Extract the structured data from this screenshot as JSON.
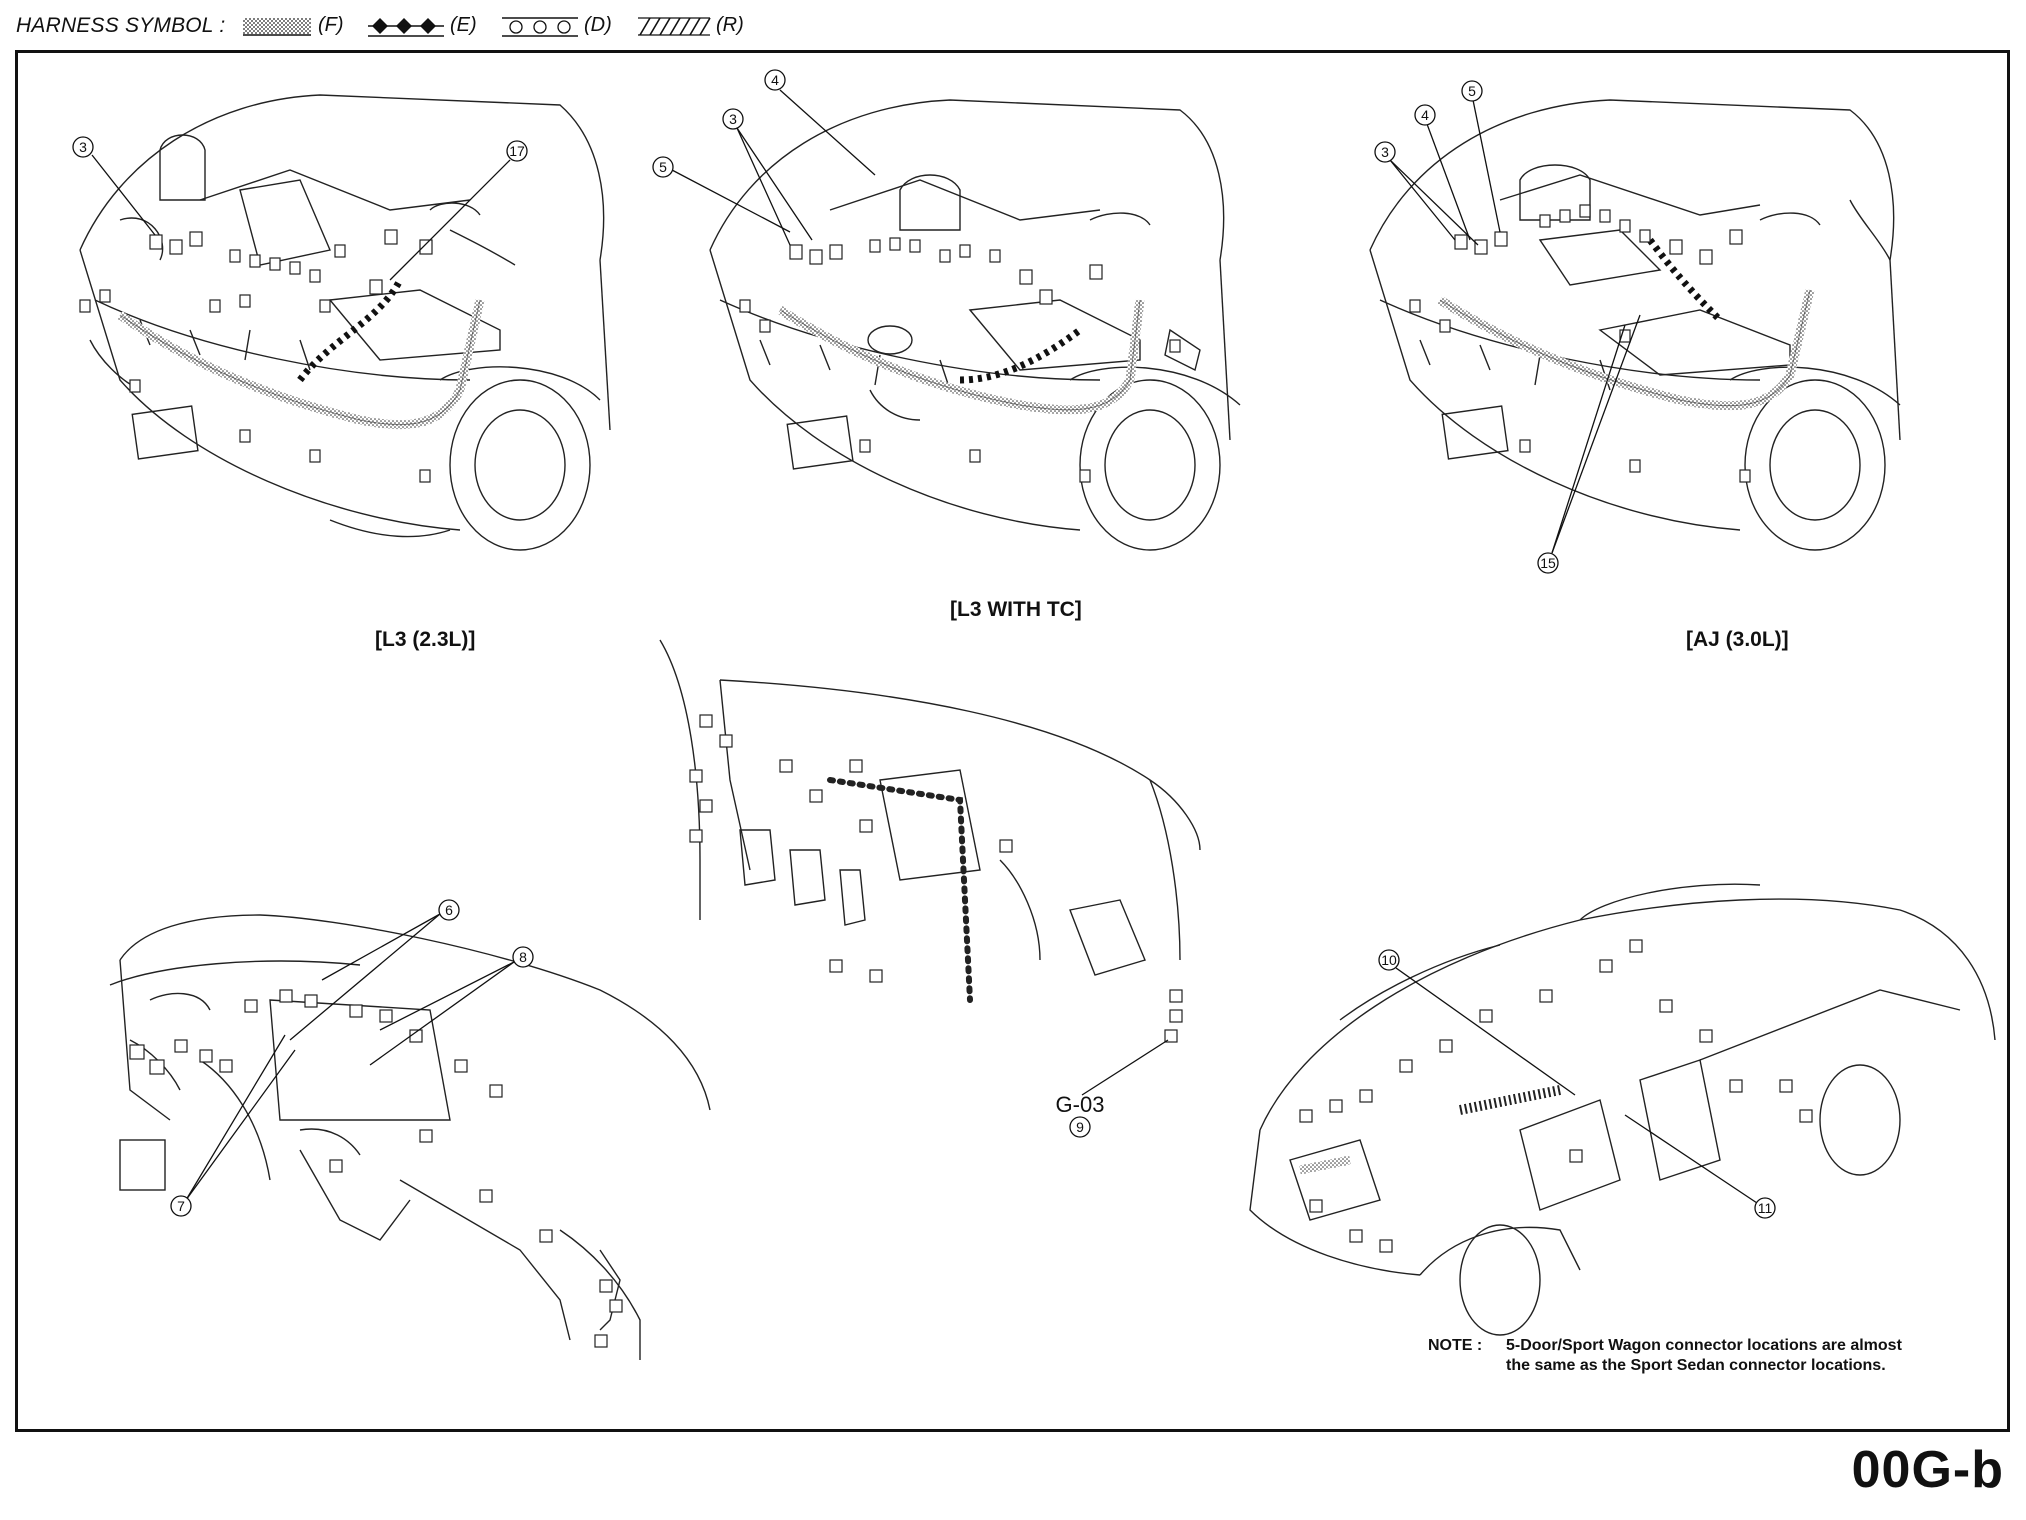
{
  "header": {
    "title": "HARNESS SYMBOL :",
    "symbols": [
      {
        "code": "(F)",
        "pattern": "stipple"
      },
      {
        "code": "(E)",
        "pattern": "diamonds"
      },
      {
        "code": "(D)",
        "pattern": "circles"
      },
      {
        "code": "(R)",
        "pattern": "hatch"
      }
    ]
  },
  "views": {
    "l3": {
      "caption": "[L3 (2.3L)]"
    },
    "l3tc": {
      "caption": "[L3 WITH TC]"
    },
    "aj": {
      "caption": "[AJ (3.0L)]"
    }
  },
  "callouts": [
    "3",
    "17",
    "4",
    "3",
    "5",
    "5",
    "4",
    "3",
    "15",
    "6",
    "8",
    "7",
    "9",
    "10",
    "11"
  ],
  "ground": {
    "label": "G-03"
  },
  "note": {
    "label": "NOTE :",
    "line1": "5-Door/Sport Wagon connector locations are almost",
    "line2": "the same as the Sport Sedan connector locations."
  },
  "page_code": "00G-b",
  "colors": {
    "ink": "#111111",
    "paper": "#ffffff"
  }
}
